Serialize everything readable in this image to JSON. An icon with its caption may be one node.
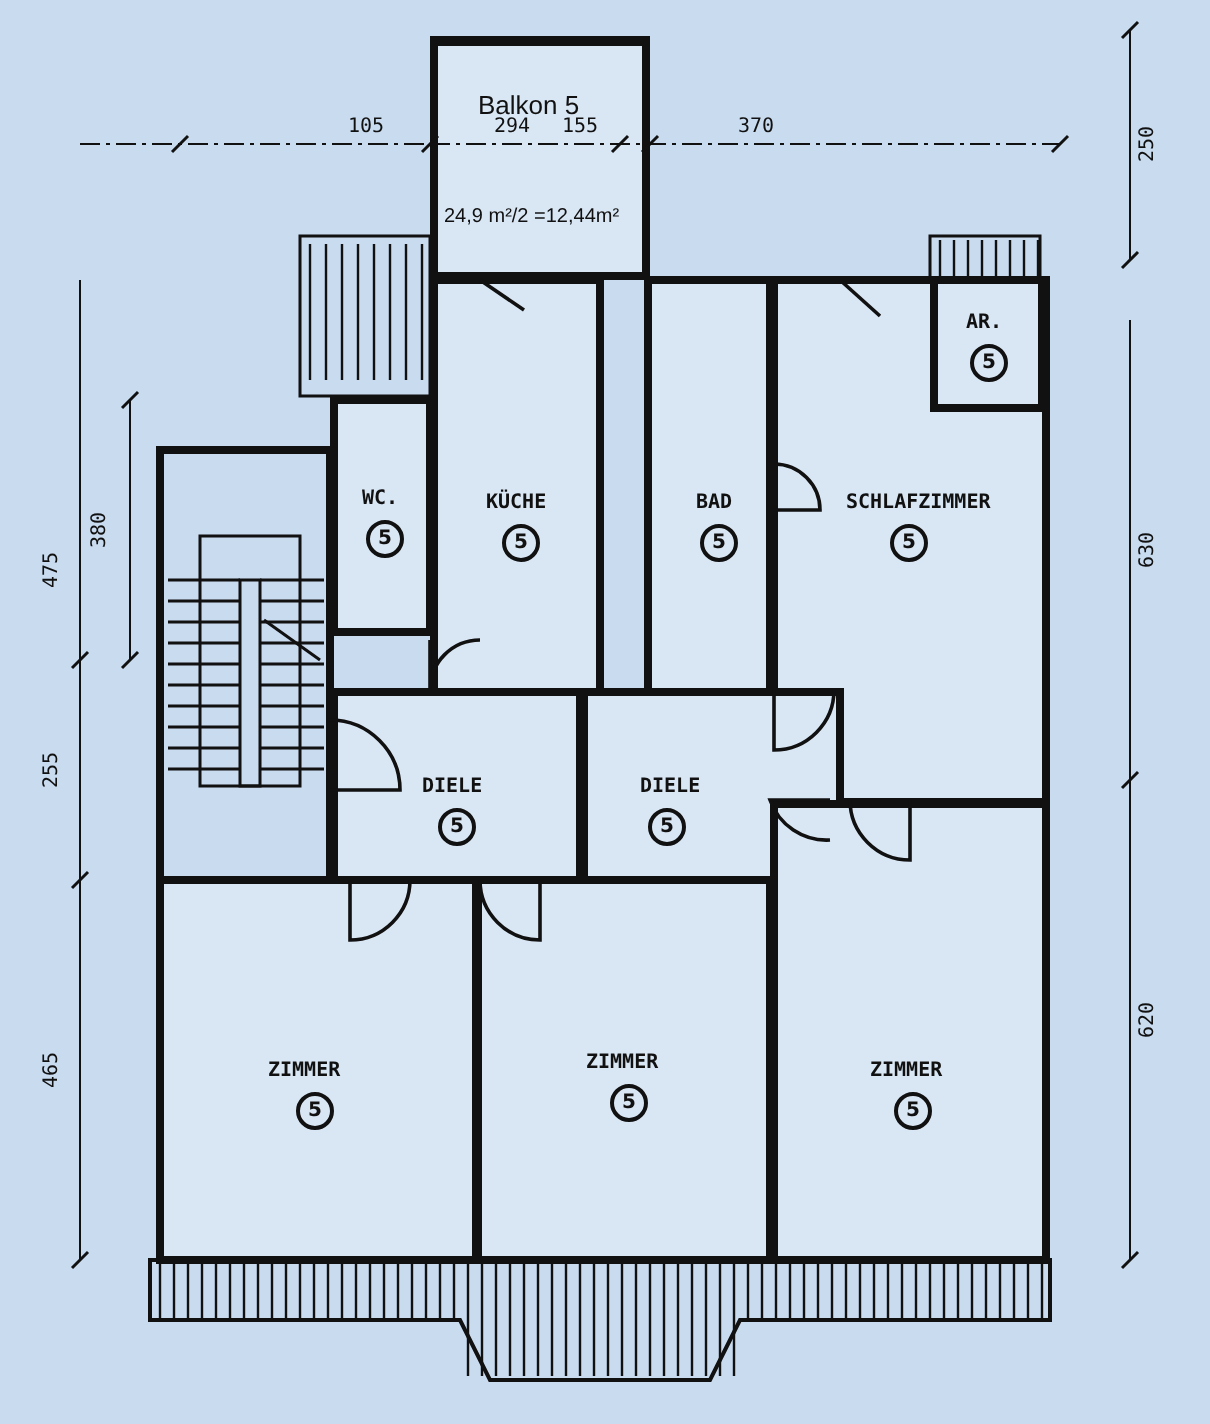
{
  "diagram": {
    "nodes": [
      {
        "text": [
          "Balkon 5",
          "24,9 m²/2 =12,44m²"
        ]
      },
      {
        "text": [
          "WC.",
          "5"
        ]
      },
      {
        "text": [
          "KÜCHE",
          "5"
        ]
      },
      {
        "text": [
          "BAD",
          "5"
        ]
      },
      {
        "text": [
          "SCHLAFZIMMER",
          "5"
        ]
      },
      {
        "text": [
          "AR.",
          "5"
        ],
        "in": 4
      },
      {
        "text": [
          "DIELE",
          "5"
        ]
      },
      {
        "text": [
          "DIELE",
          "5"
        ]
      },
      {
        "text": [
          "ZIMMER",
          "5"
        ]
      },
      {
        "text": [
          "ZIMMER",
          "5"
        ]
      },
      {
        "text": [
          "ZIMMER",
          "5"
        ]
      }
    ],
    "labels": [
      "105",
      "294",
      "155",
      "370",
      "250",
      "475",
      "380",
      "255",
      "465",
      "630",
      "620"
    ]
  }
}
